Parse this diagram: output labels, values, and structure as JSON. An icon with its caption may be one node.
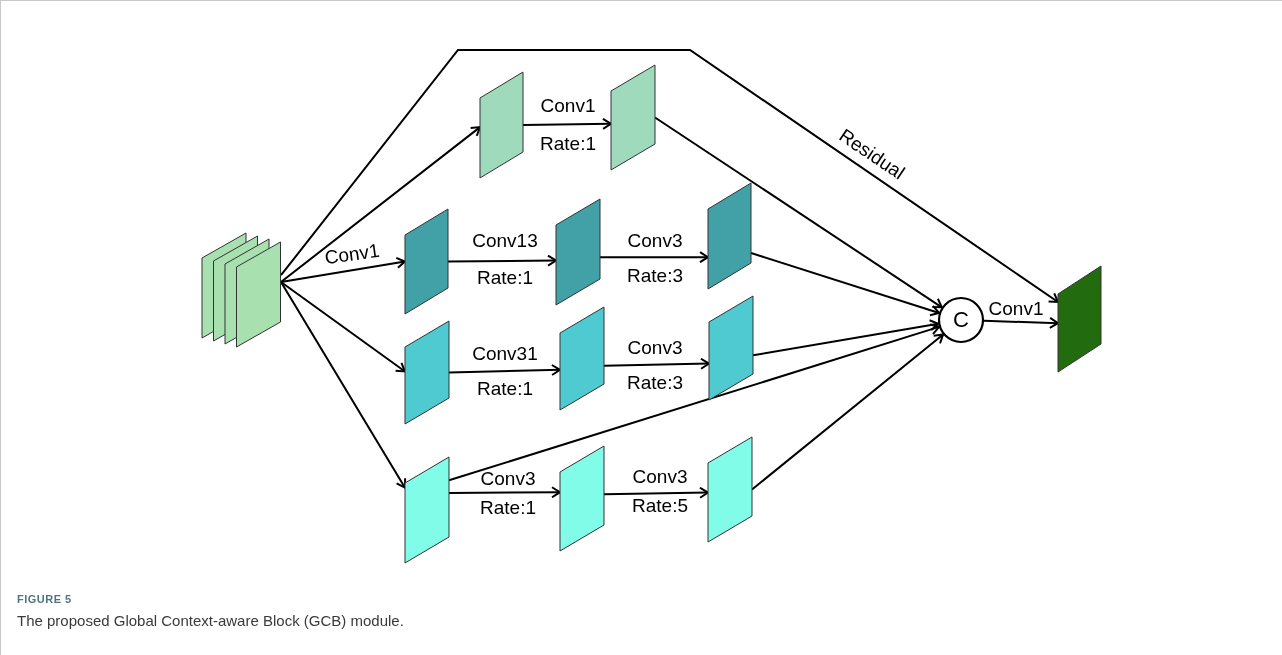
{
  "diagram": {
    "title": "FIGURE 5",
    "caption": "The proposed Global Context-aware Block (GCB) module.",
    "nodes": [
      {
        "text": [],
        "shape": "box"
      },
      {
        "text": [],
        "shape": "box"
      },
      {
        "text": [],
        "shape": "box"
      },
      {
        "text": [],
        "shape": "box"
      },
      {
        "text": [],
        "shape": "box"
      },
      {
        "text": [],
        "shape": "box"
      },
      {
        "text": [],
        "shape": "box"
      },
      {
        "text": [],
        "shape": "box"
      },
      {
        "text": [],
        "shape": "box"
      },
      {
        "text": [],
        "shape": "box"
      },
      {
        "text": [],
        "shape": "box"
      },
      {
        "text": [],
        "shape": "box"
      },
      {
        "text": [
          "C"
        ]
      },
      {
        "text": [],
        "shape": "box"
      }
    ],
    "edges": [
      {
        "from": 0,
        "to": 1,
        "arrow": "to"
      },
      {
        "from": 0,
        "to": 3,
        "arrow": "to",
        "label": "Conv1"
      },
      {
        "from": 0,
        "to": 6,
        "arrow": "to"
      },
      {
        "from": 0,
        "to": 9,
        "arrow": "to"
      },
      {
        "from": 1,
        "to": 2,
        "arrow": "to",
        "label": "Conv1"
      },
      {
        "from": 3,
        "to": 4,
        "arrow": "to",
        "label": "Conv13"
      },
      {
        "from": 4,
        "to": 5,
        "arrow": "to",
        "label": "Conv3"
      },
      {
        "from": 5,
        "to": 12,
        "arrow": "to"
      },
      {
        "from": 6,
        "to": 7,
        "arrow": "to",
        "label": "Conv31"
      },
      {
        "from": 7,
        "to": 8,
        "arrow": "to",
        "label": "Conv3"
      },
      {
        "from": 8,
        "to": 12,
        "arrow": "to"
      },
      {
        "from": 9,
        "to": 10,
        "arrow": "to",
        "label": "Conv3"
      },
      {
        "from": 10,
        "to": 11,
        "arrow": "to",
        "label": "Conv3"
      },
      {
        "from": 11,
        "to": 12,
        "arrow": "to"
      },
      {
        "from": 9,
        "to": 12,
        "arrow": "to"
      },
      {
        "from": 2,
        "to": 12,
        "arrow": "to"
      },
      {
        "from": 0,
        "to": 13,
        "arrow": "to",
        "label": "Residual"
      },
      {
        "from": 12,
        "to": 13,
        "arrow": "to",
        "label": "Conv1"
      }
    ],
    "labels": [
      "Rate:1",
      "Rate:1",
      "Rate:3",
      "Rate:1",
      "Rate:3",
      "Rate:1",
      "Rate:5"
    ]
  }
}
